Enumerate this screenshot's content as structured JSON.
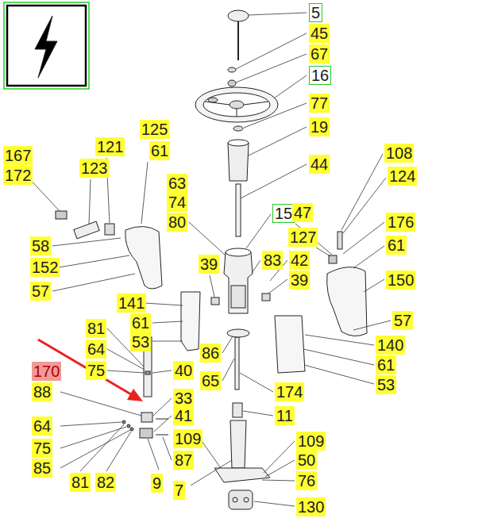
{
  "diagram": {
    "labels": [
      "5",
      "45",
      "67",
      "16",
      "77",
      "19",
      "125",
      "61",
      "121",
      "123",
      "167",
      "172",
      "108",
      "124",
      "44",
      "63",
      "74",
      "80",
      "15",
      "47",
      "176",
      "61",
      "127",
      "83",
      "42",
      "39",
      "39",
      "150",
      "58",
      "152",
      "57",
      "141",
      "61",
      "53",
      "57",
      "140",
      "61",
      "53",
      "81",
      "64",
      "75",
      "40",
      "86",
      "65",
      "170",
      "88",
      "33",
      "41",
      "174",
      "11",
      "64",
      "75",
      "85",
      "81",
      "82",
      "9",
      "7",
      "87",
      "109",
      "109",
      "50",
      "76",
      "130"
    ]
  }
}
